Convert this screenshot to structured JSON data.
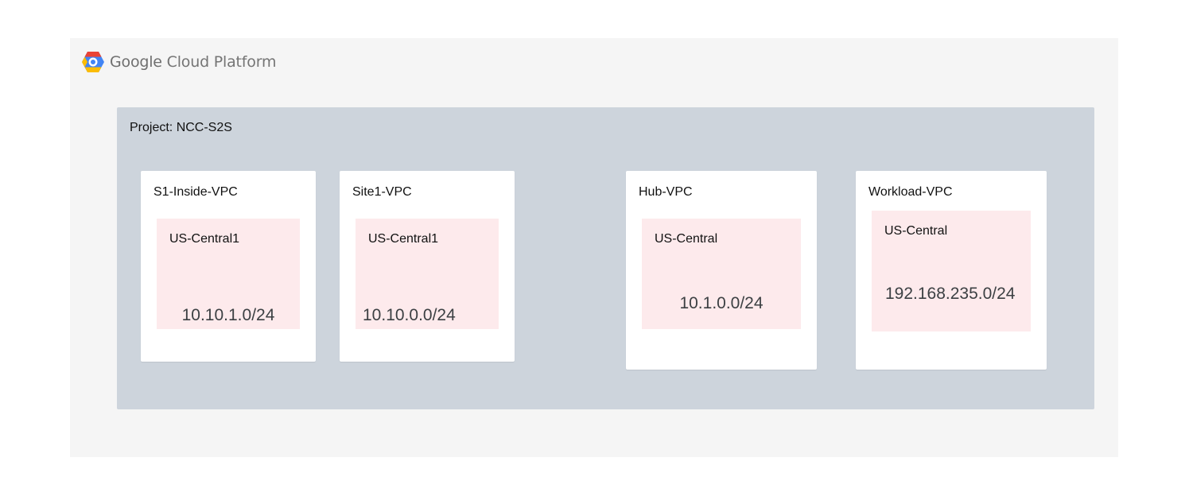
{
  "brand": {
    "google": "Google",
    "rest": "Cloud Platform"
  },
  "project": {
    "label": "Project: NCC-S2S"
  },
  "vpcs": [
    {
      "name": "S1-Inside-VPC",
      "region": "US-Central1",
      "cidr": "10.10.1.0/24"
    },
    {
      "name": "Site1-VPC",
      "region": "US-Central1",
      "cidr": "10.10.0.0/24"
    },
    {
      "name": "Hub-VPC",
      "region": "US-Central",
      "cidr": "10.1.0.0/24"
    },
    {
      "name": "Workload-VPC",
      "region": "US-Central",
      "cidr": "192.168.235.0/24"
    }
  ],
  "colors": {
    "frame": "#f5f5f5",
    "project": "#cdd4dc",
    "vpc": "#ffffff",
    "region": "#fdeaec"
  }
}
